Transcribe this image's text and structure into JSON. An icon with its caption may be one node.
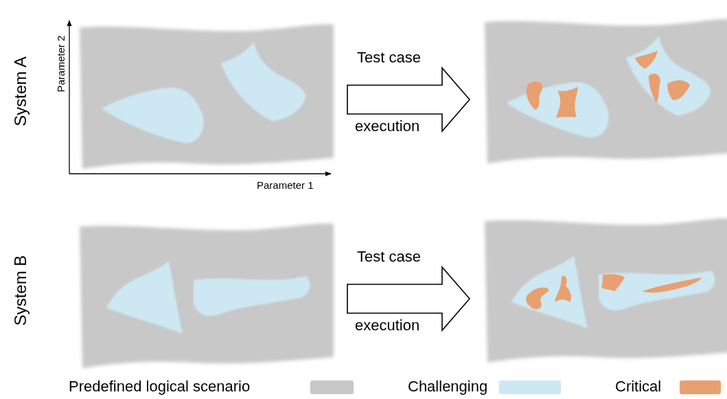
{
  "diagram": {
    "nodes": [
      {
        "text": [],
        "shape": "picture"
      },
      {
        "text": [],
        "shape": "picture"
      },
      {
        "text": [],
        "shape": "picture"
      },
      {
        "text": [],
        "shape": "picture"
      }
    ],
    "edges": [
      {
        "from": 0,
        "to": 1,
        "arrow": "to"
      },
      {
        "from": 2,
        "to": 3,
        "arrow": "to"
      }
    ],
    "labels": [
      "System A",
      "Parameter 2",
      "Parameter 1",
      "Test case",
      "execution",
      "System B",
      "Test case",
      "execution"
    ],
    "legend": [
      {
        "text": "Predefined logical scenario",
        "color": "#c8c8c8"
      },
      {
        "text": "Challenging",
        "color": "#cde8f3"
      },
      {
        "text": "Critical",
        "color": "#e8a070"
      }
    ]
  }
}
